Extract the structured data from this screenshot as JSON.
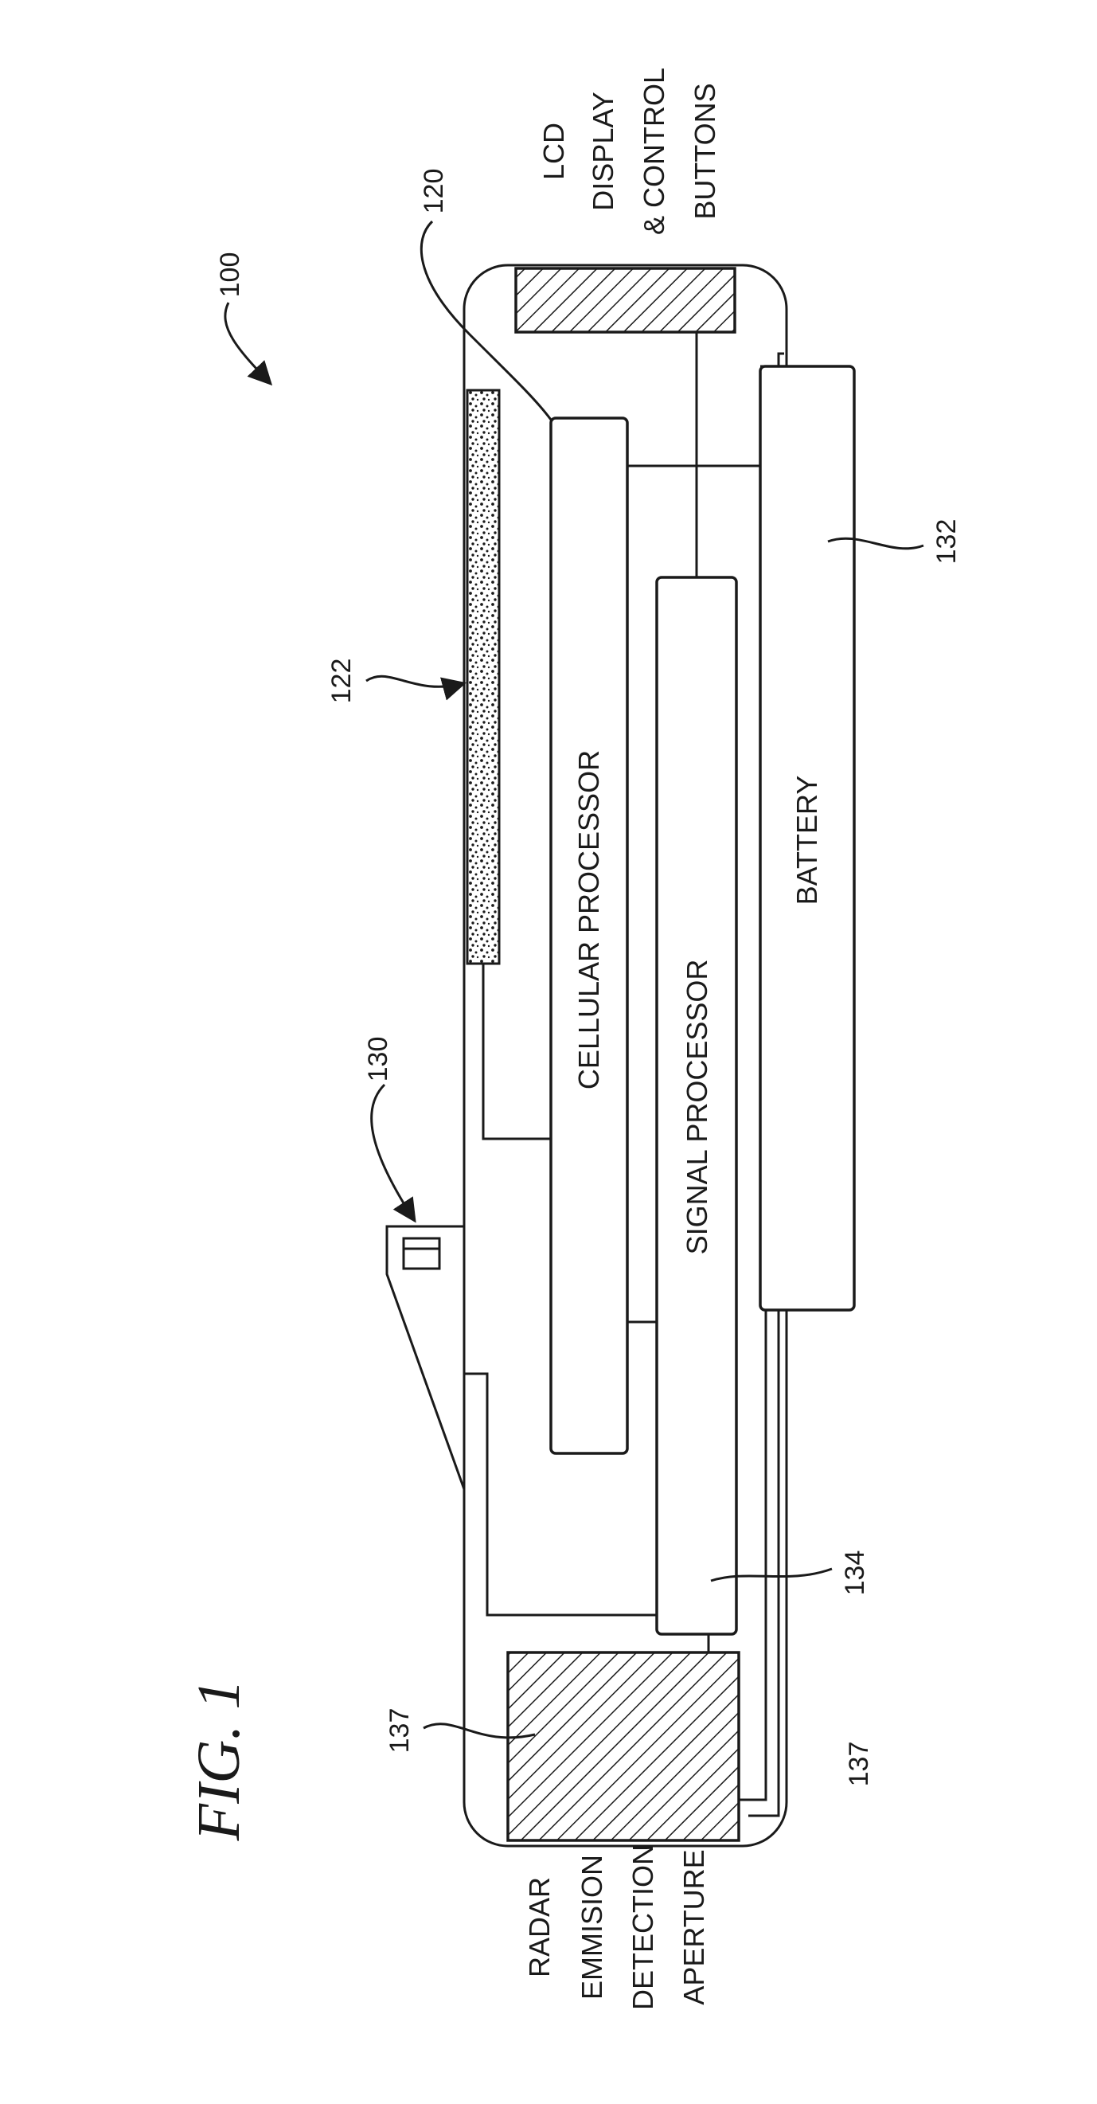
{
  "figure": {
    "caption": "FIG. 1",
    "ref_device": "100",
    "ref_cellular": "120",
    "ref_antenna": "122",
    "ref_clip": "130",
    "ref_battery": "132",
    "ref_signal": "134",
    "ref_aperture_a": "137",
    "ref_aperture_b": "137"
  },
  "blocks": {
    "cellular_processor": "CELLULAR PROCESSOR",
    "signal_processor": "SIGNAL PROCESSOR",
    "battery": "BATTERY"
  },
  "labels": {
    "lcd": [
      "LCD",
      "DISPLAY",
      "& CONTROL",
      "BUTTONS"
    ],
    "radar": [
      "RADAR",
      "EMMISION",
      "DETECTION",
      "APERTURE"
    ]
  },
  "colors": {
    "ink": "#1a1a1a",
    "paper": "#ffffff"
  }
}
